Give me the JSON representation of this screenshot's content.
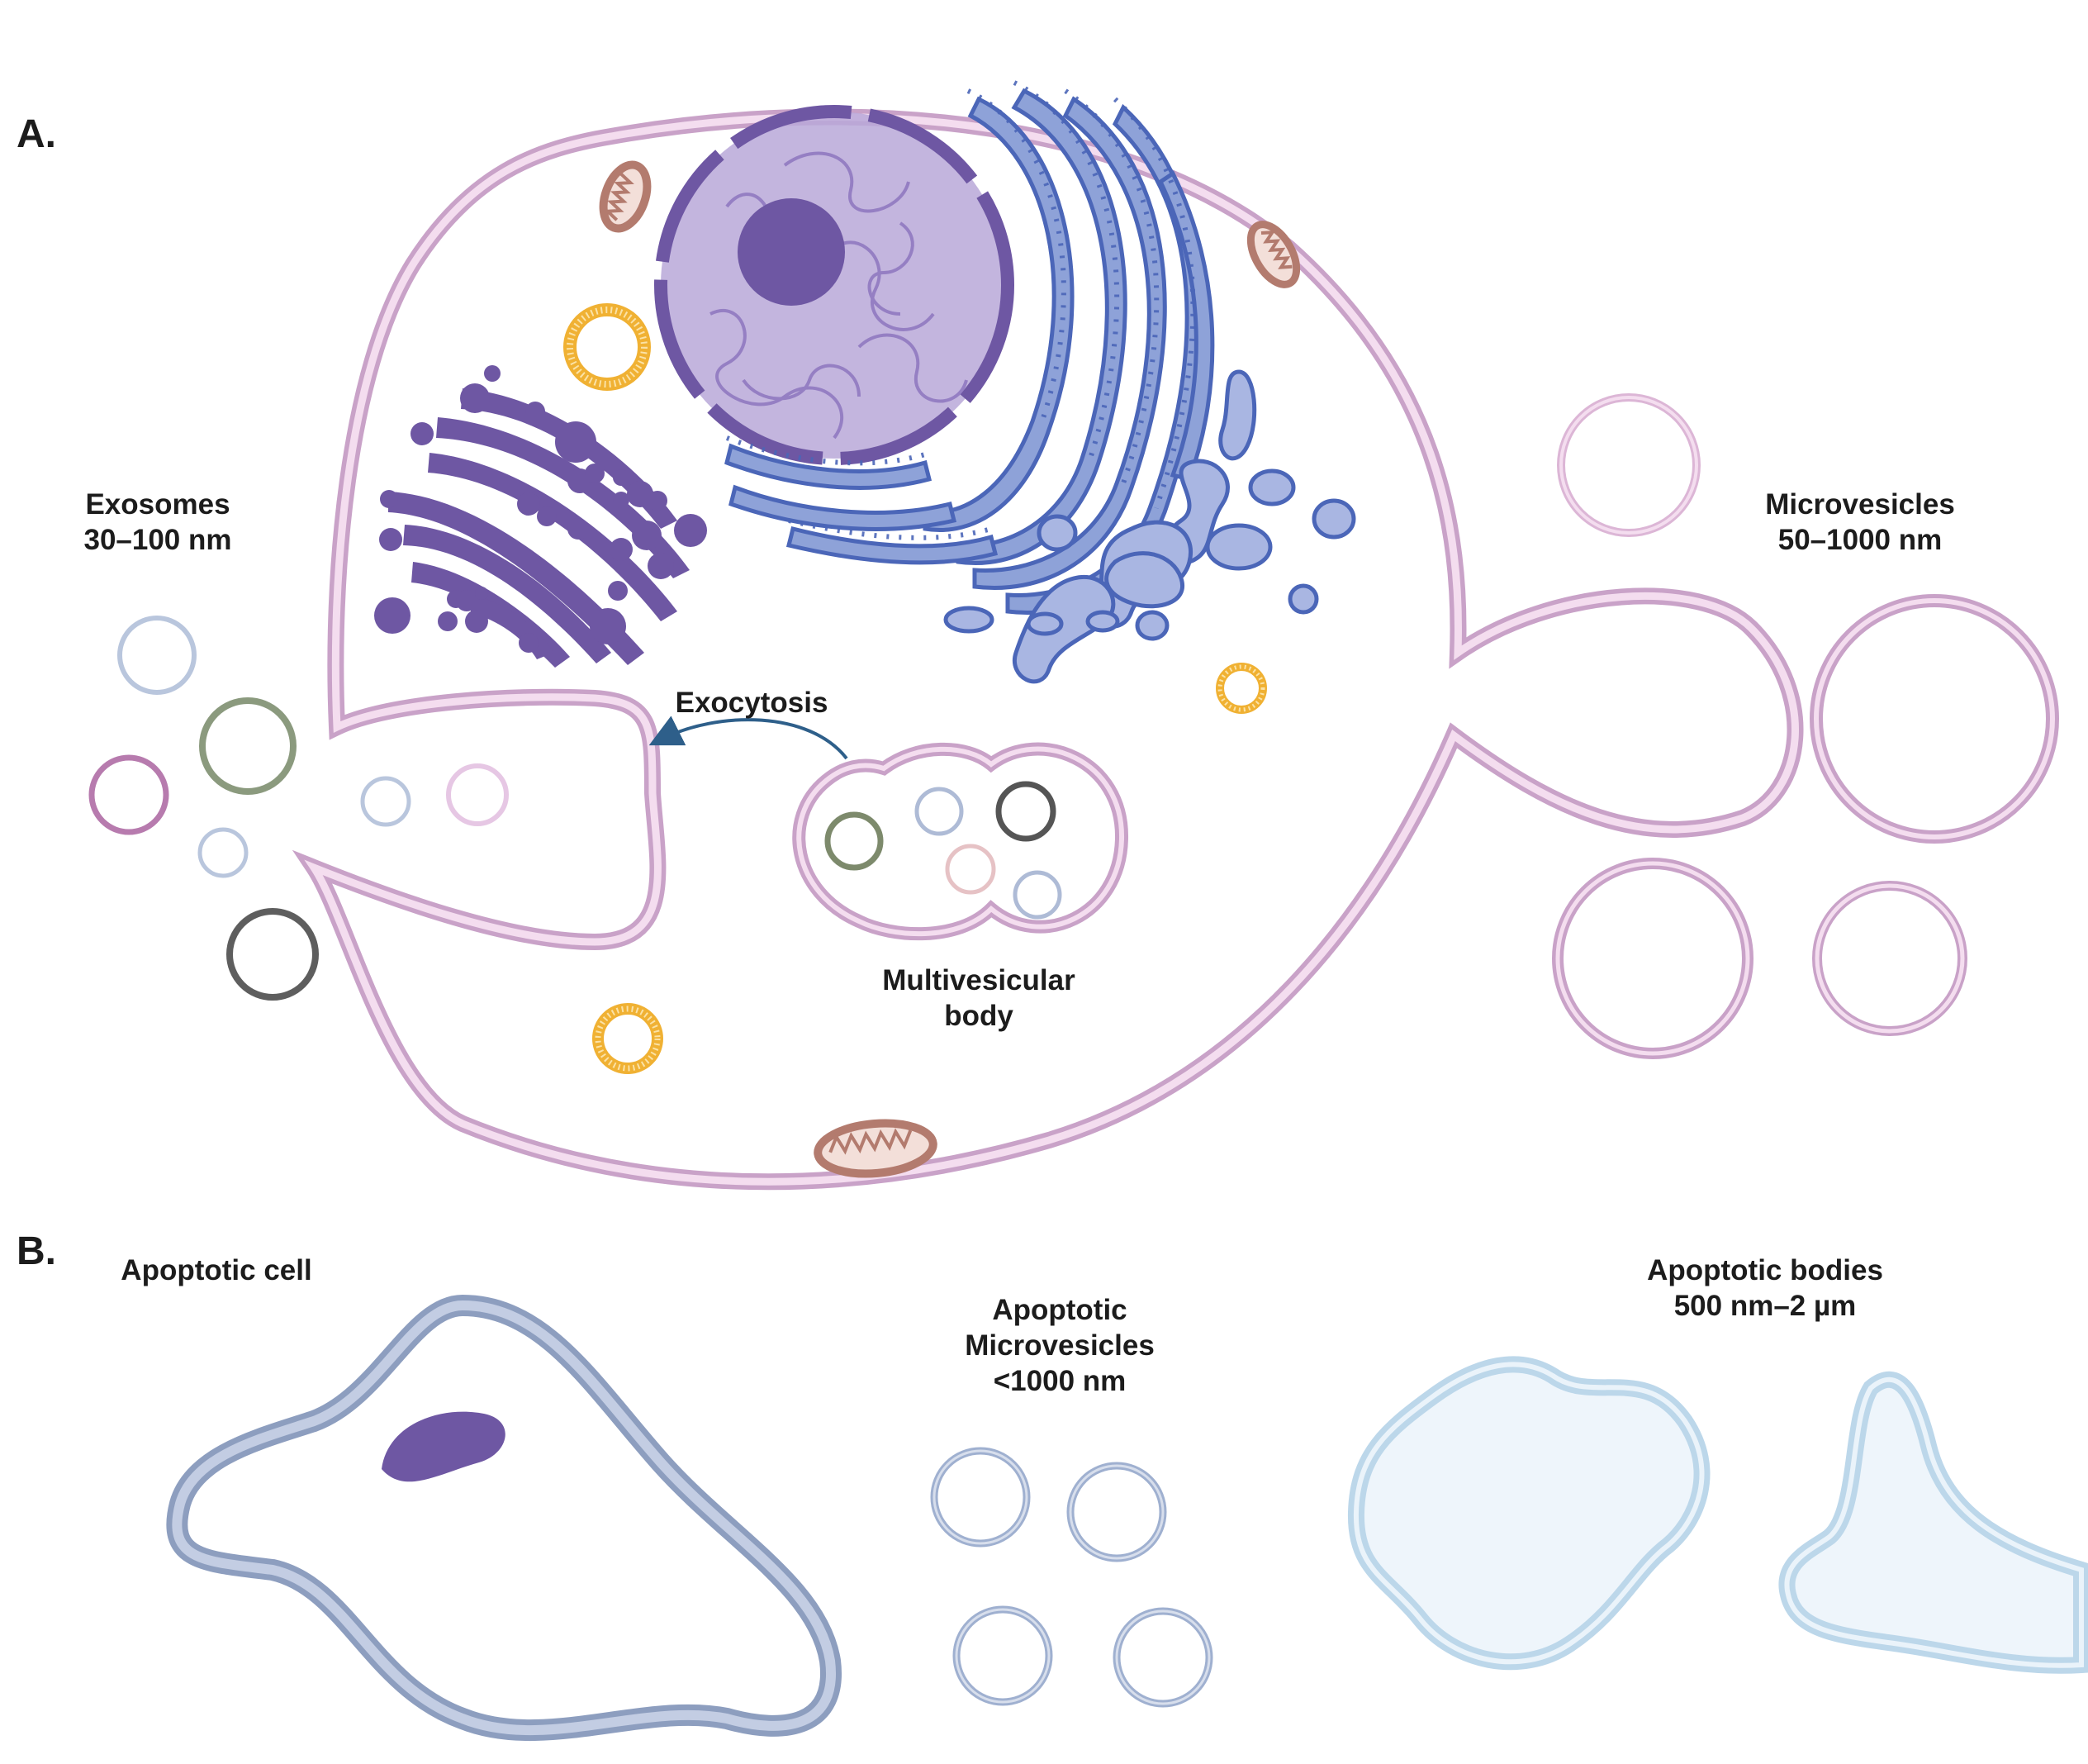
{
  "panels": {
    "a": {
      "letter": "A.",
      "exosomes": {
        "line1": "Exosomes",
        "line2": "30–100 nm"
      },
      "microvesicles": {
        "line1": "Microvesicles",
        "line2": "50–1000 nm"
      },
      "exocytosis": "Exocytosis",
      "mvb": {
        "line1": "Multivesicular",
        "line2": "body"
      }
    },
    "b": {
      "letter": "B.",
      "apoptotic_cell": "Apoptotic cell",
      "apoptotic_microvesicles": {
        "line1": "Apoptotic",
        "line2": "Microvesicles",
        "line3": "<1000 nm"
      },
      "apoptotic_bodies": {
        "line1": "Apoptotic bodies",
        "line2": "500 nm–2 µm"
      }
    }
  },
  "colors": {
    "membrane_pink": "#dcb6d6",
    "membrane_pink_light": "#f4ddef",
    "organelle_purple": "#6e57a3",
    "nucleus_fill": "#b9a8d8",
    "er_blue": "#8ea2d8",
    "er_stroke": "#4b66b8",
    "mito": "#c08a7e",
    "lysosome_orange": "#f0b133",
    "apoptotic_blue": "#a9b7d3",
    "apoptotic_body": "#cfe4f2",
    "arrow": "#2e5f8a"
  }
}
